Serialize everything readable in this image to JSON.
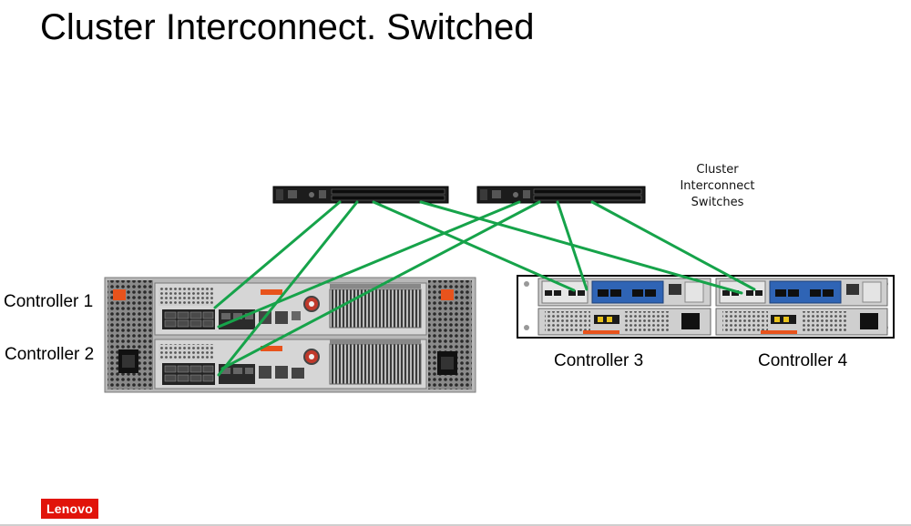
{
  "title": "Cluster Interconnect. Switched",
  "switch_label": [
    "Cluster",
    "Interconnect",
    "Switches"
  ],
  "controllers": {
    "c1": "Controller 1",
    "c2": "Controller 2",
    "c3": "Controller 3",
    "c4": "Controller 4"
  },
  "brand": "Lenovo",
  "colors": {
    "cable": "#16a34a",
    "brand": "#e1140a",
    "port_blue": "#2f64b5",
    "latch_orange": "#e8531c"
  }
}
